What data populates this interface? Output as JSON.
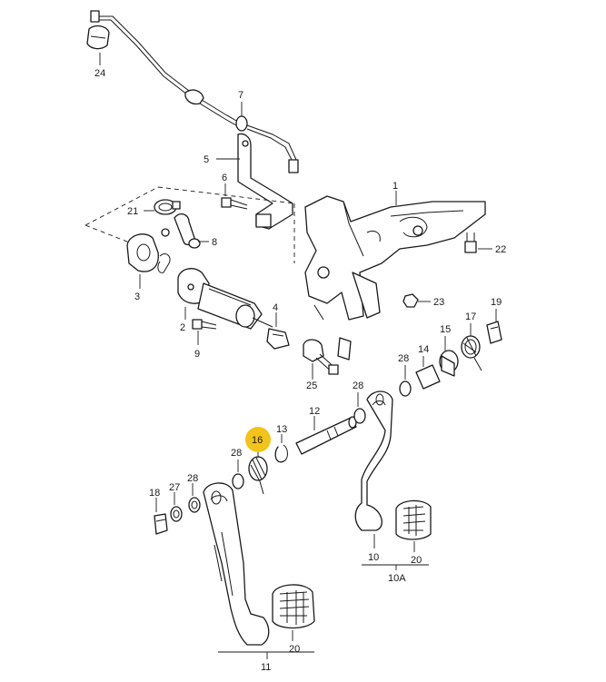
{
  "labels": {
    "l1": "1",
    "l2": "2",
    "l3": "3",
    "l4": "4",
    "l5": "5",
    "l6": "6",
    "l7": "7",
    "l8": "8",
    "l9": "9",
    "l10": "10",
    "l10a": "10A",
    "l11": "11",
    "l12": "12",
    "l13": "13",
    "l14": "14",
    "l15": "15",
    "l16": "16",
    "l17": "17",
    "l18": "18",
    "l19": "19",
    "l20a": "20",
    "l20b": "20",
    "l21": "21",
    "l22": "22",
    "l23": "23",
    "l24": "24",
    "l25": "25",
    "l27": "27",
    "l28a": "28",
    "l28b": "28",
    "l28c": "28"
  },
  "highlight_color": "#f2c318"
}
